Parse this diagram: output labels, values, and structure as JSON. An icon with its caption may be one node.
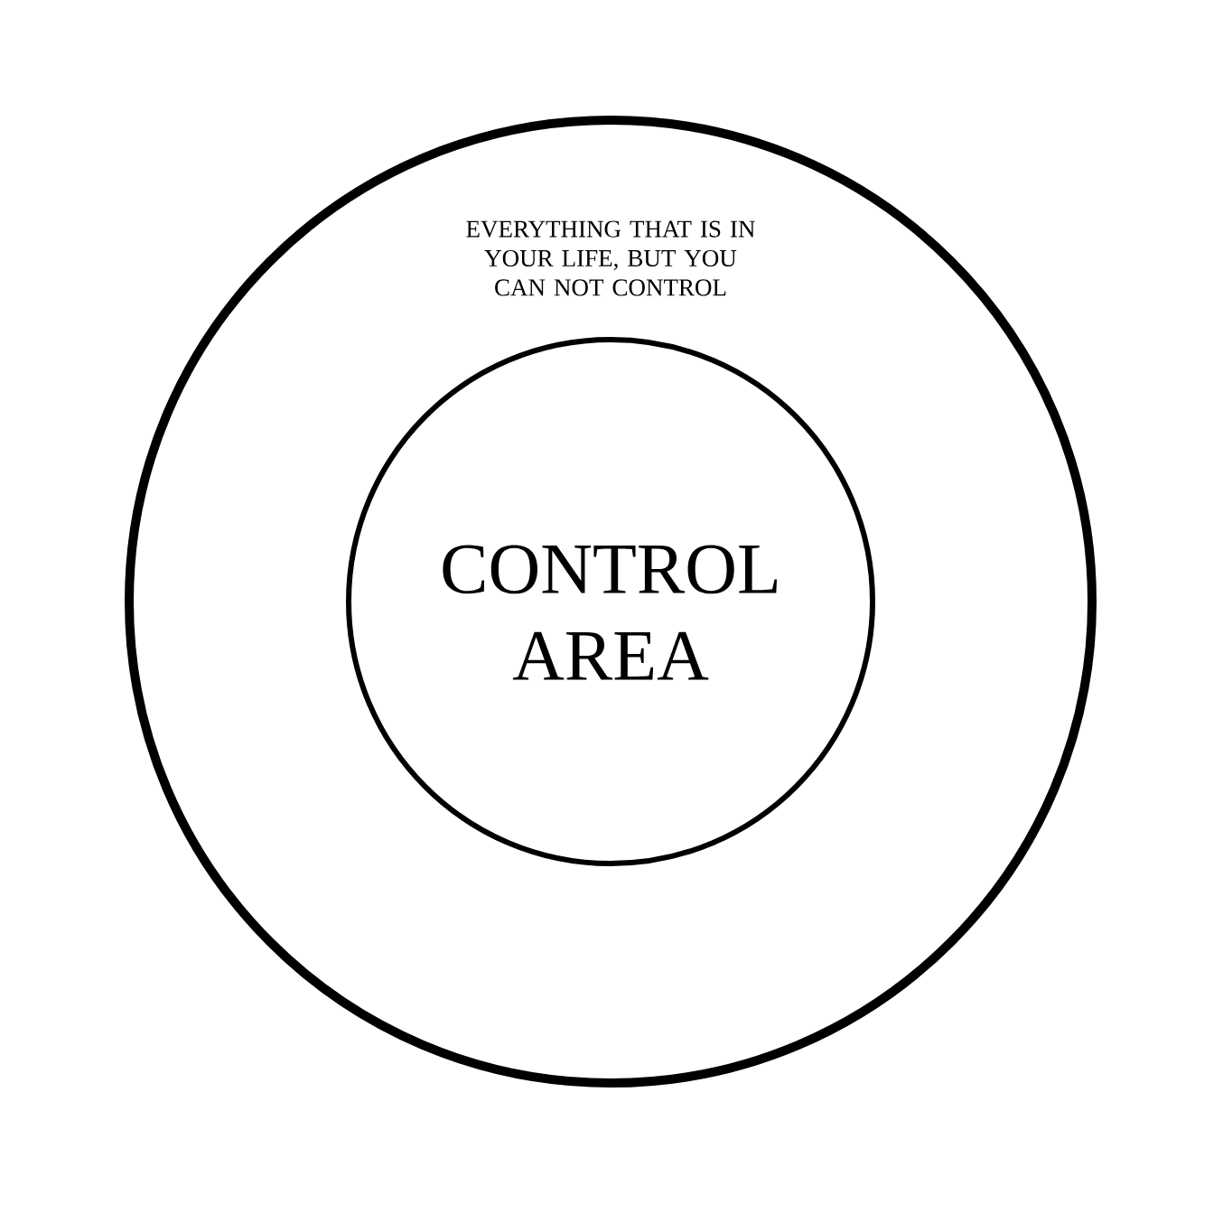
{
  "diagram": {
    "nodes": [
      {
        "text": [
          "EVERYTHING THAT IS IN YOUR LIFE, BUT YOU CAN NOT CONTROL"
        ]
      },
      {
        "text": [
          "CONTROL AREA"
        ],
        "in": 0
      }
    ]
  }
}
